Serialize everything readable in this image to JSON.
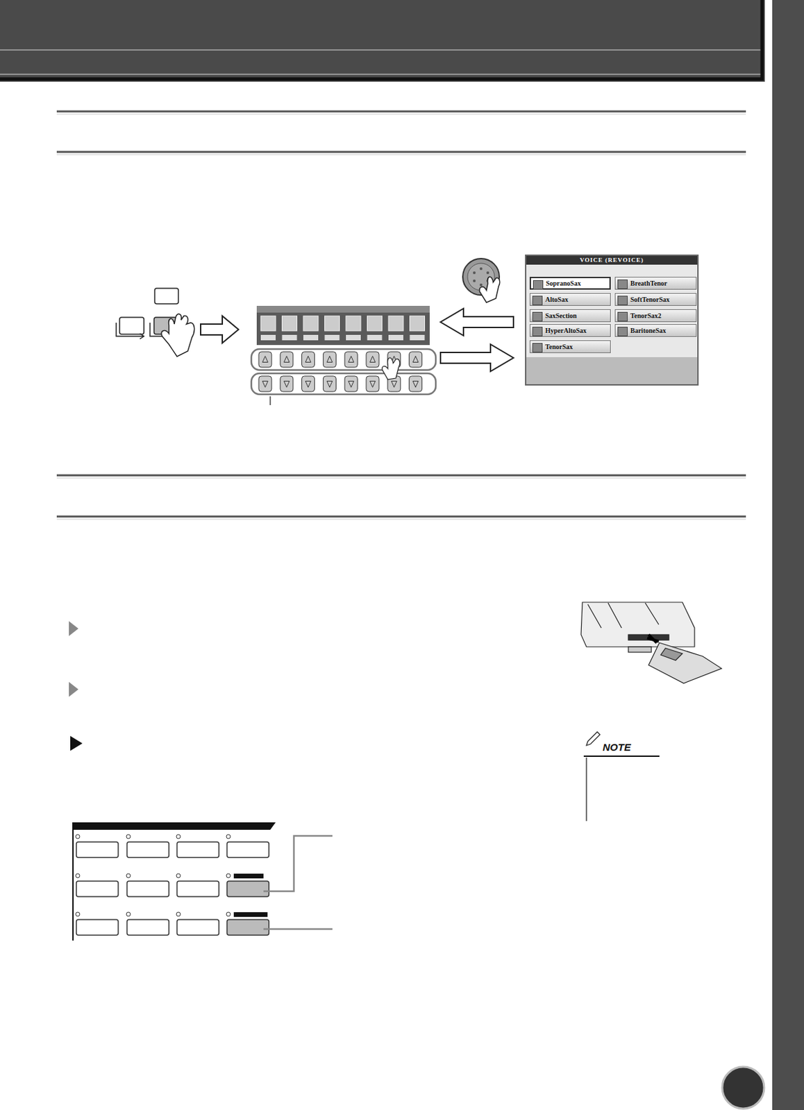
{
  "diagram": {
    "nodes": [
      {
        "text": [
          "VOICE (REVOICE)"
        ]
      },
      {
        "text": [
          "SopranoSax"
        ],
        "in": 0
      },
      {
        "text": [
          "BreathTenor"
        ],
        "in": 0
      },
      {
        "text": [
          "AltoSax"
        ],
        "in": 0
      },
      {
        "text": [
          "SoftTenorSax"
        ],
        "in": 0
      },
      {
        "text": [
          "SaxSection"
        ],
        "in": 0
      },
      {
        "text": [
          "TenorSax2"
        ],
        "in": 0
      },
      {
        "text": [
          "HyperAltoSax"
        ],
        "in": 0
      },
      {
        "text": [
          "BaritoneSax"
        ],
        "in": 0
      },
      {
        "text": [
          "TenorSax"
        ],
        "in": 0
      }
    ],
    "labels": [
      "NOTE"
    ]
  }
}
